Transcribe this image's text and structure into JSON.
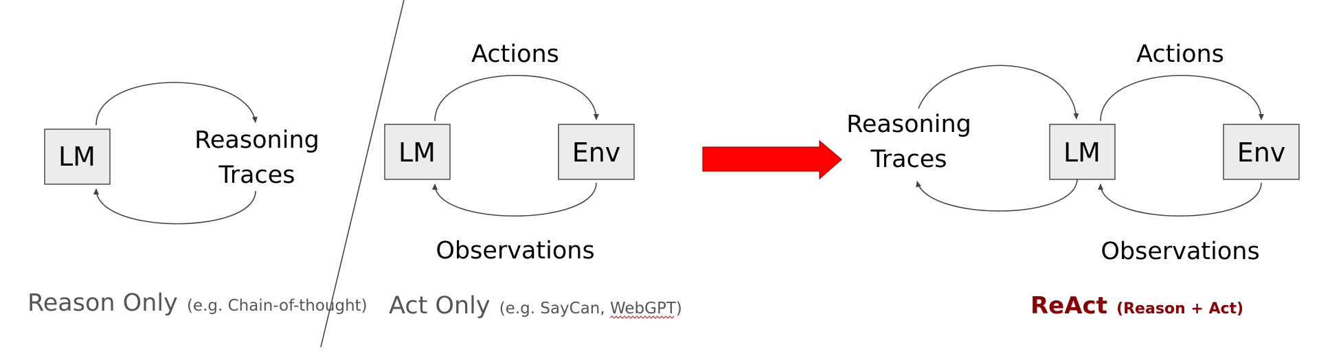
{
  "panels": {
    "reason_only": {
      "lm_label": "LM",
      "reasoning_line1": "Reasoning",
      "reasoning_line2": "Traces",
      "caption_main": "Reason Only",
      "caption_sub": "(e.g. Chain-of-thought)"
    },
    "act_only": {
      "lm_label": "LM",
      "env_label": "Env",
      "actions_label": "Actions",
      "observations_label": "Observations",
      "caption_main": "Act Only",
      "caption_sub_open": "(e.g. SayCan, ",
      "caption_sub_webgpt": "WebGPT",
      "caption_sub_close": ")"
    },
    "react": {
      "reasoning_line1": "Reasoning",
      "reasoning_line2": "Traces",
      "lm_label": "LM",
      "env_label": "Env",
      "actions_label": "Actions",
      "observations_label": "Observations",
      "caption_main": "ReAct",
      "caption_sub": "(Reason + Act)"
    }
  },
  "colors": {
    "box_fill": "#ececec",
    "box_stroke": "#555555",
    "arrow_red": "#ff0000",
    "react_caption": "#8b0000",
    "caption_gray": "#555555"
  }
}
